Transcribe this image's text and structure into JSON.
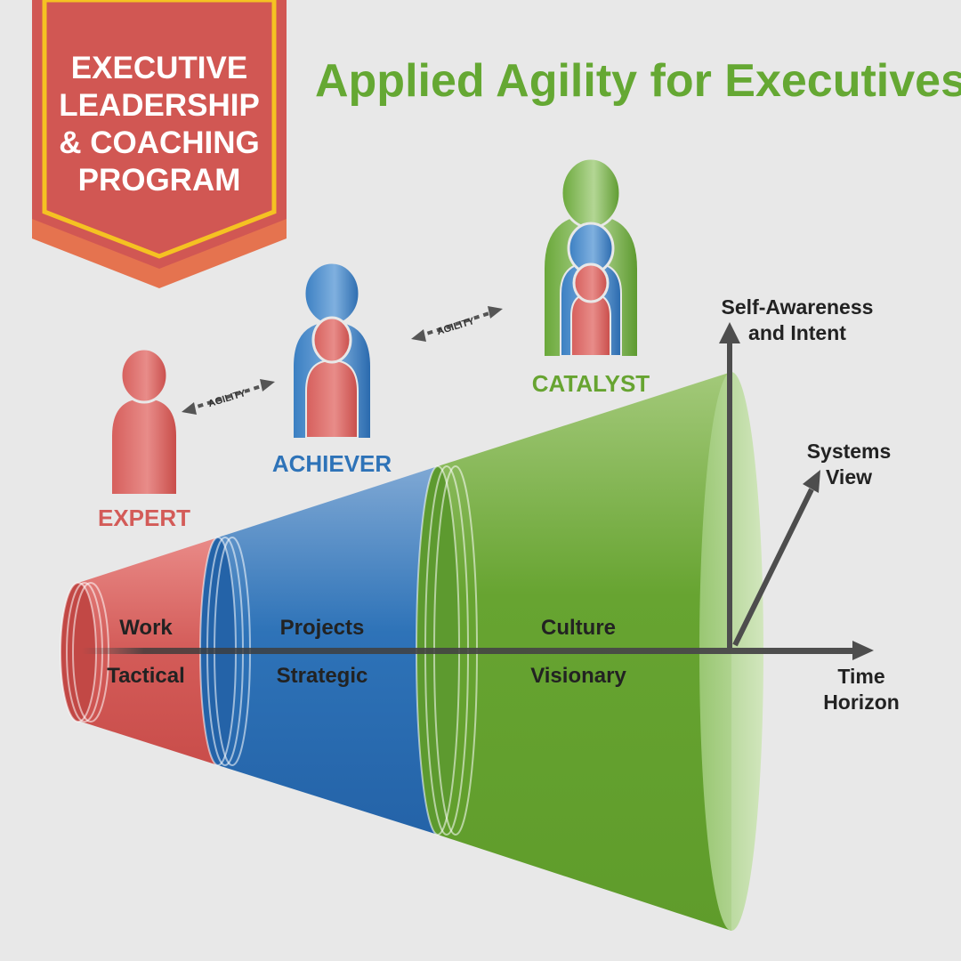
{
  "banner": {
    "lines": [
      "EXECUTIVE",
      "LEADERSHIP",
      "& COACHING",
      "PROGRAM"
    ],
    "fill_color": "#d15753",
    "border_color": "#f5c222",
    "under_color": "#e5734f"
  },
  "title": "Applied Agility for Executives",
  "colors": {
    "title": "#65a833",
    "expert": "#d35b58",
    "achiever": "#2e73b8",
    "catalyst": "#67a431",
    "arrow": "#4d4d4d",
    "text_dark": "#222222"
  },
  "personas": {
    "expert": "EXPERT",
    "achiever": "ACHIEVER",
    "catalyst": "CATALYST"
  },
  "agility_label": "AGILITY",
  "axes": {
    "vertical_lines": [
      "Self-Awareness",
      "and Intent"
    ],
    "diagonal_lines": [
      "Systems",
      "View"
    ],
    "horizontal_lines": [
      "Time",
      "Horizon"
    ]
  },
  "segments": [
    {
      "top": "Work",
      "bottom": "Tactical"
    },
    {
      "top": "Projects",
      "bottom": "Strategic"
    },
    {
      "top": "Culture",
      "bottom": "Visionary"
    }
  ]
}
